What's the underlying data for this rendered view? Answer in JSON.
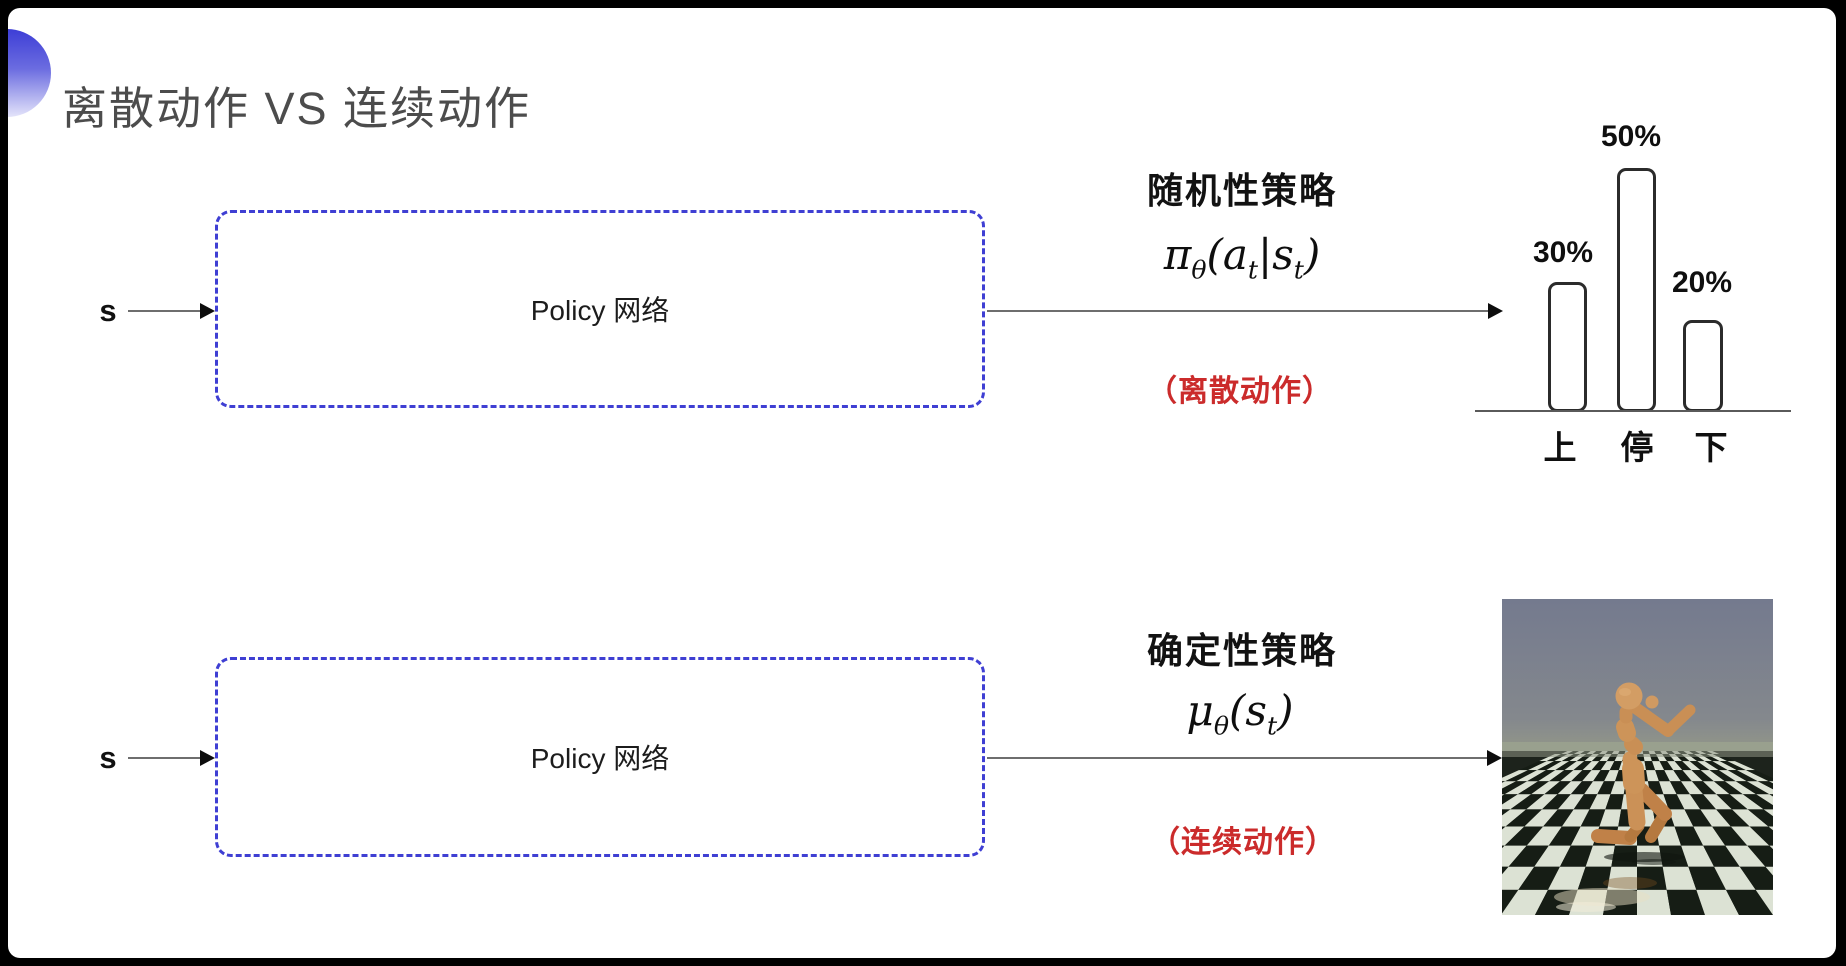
{
  "slide": {
    "title": "离散动作 VS 连续动作"
  },
  "top_flow": {
    "input_label": "s",
    "box_label": "Policy 网络",
    "policy_type": "随机性策略",
    "formula": {
      "base": "π",
      "sub_base": "θ",
      "arg_open": "(a",
      "arg_sub1": "t",
      "pipe": "|s",
      "arg_sub2": "t",
      "close": ")"
    },
    "action_note": "（离散动作）"
  },
  "bottom_flow": {
    "input_label": "s",
    "box_label": "Policy 网络",
    "policy_type": "确定性策略",
    "formula": {
      "base": "μ",
      "sub_base": "θ",
      "arg_open": "(s",
      "arg_sub": "t",
      "close": ")"
    },
    "action_note": "（连续动作）"
  },
  "chart_data": {
    "type": "bar",
    "categories": [
      "上",
      "停",
      "下"
    ],
    "values": [
      30,
      50,
      20
    ],
    "value_labels": [
      "30%",
      "50%",
      "20%"
    ],
    "title": "",
    "xlabel": "",
    "ylabel": "",
    "ylim": [
      0,
      60
    ],
    "grid": false,
    "legend": false,
    "bar_style": "outlined-rounded-white"
  },
  "colors": {
    "dashed_box_blue": "#3f3fd3",
    "note_red": "#cb2b2b",
    "title_gray": "#4c4c4c",
    "bullet_gradient_top": "#3d3ed6",
    "bullet_gradient_bottom": "#e4e4fa",
    "slide_background": "#ffffff",
    "frame_background": "#000000"
  }
}
